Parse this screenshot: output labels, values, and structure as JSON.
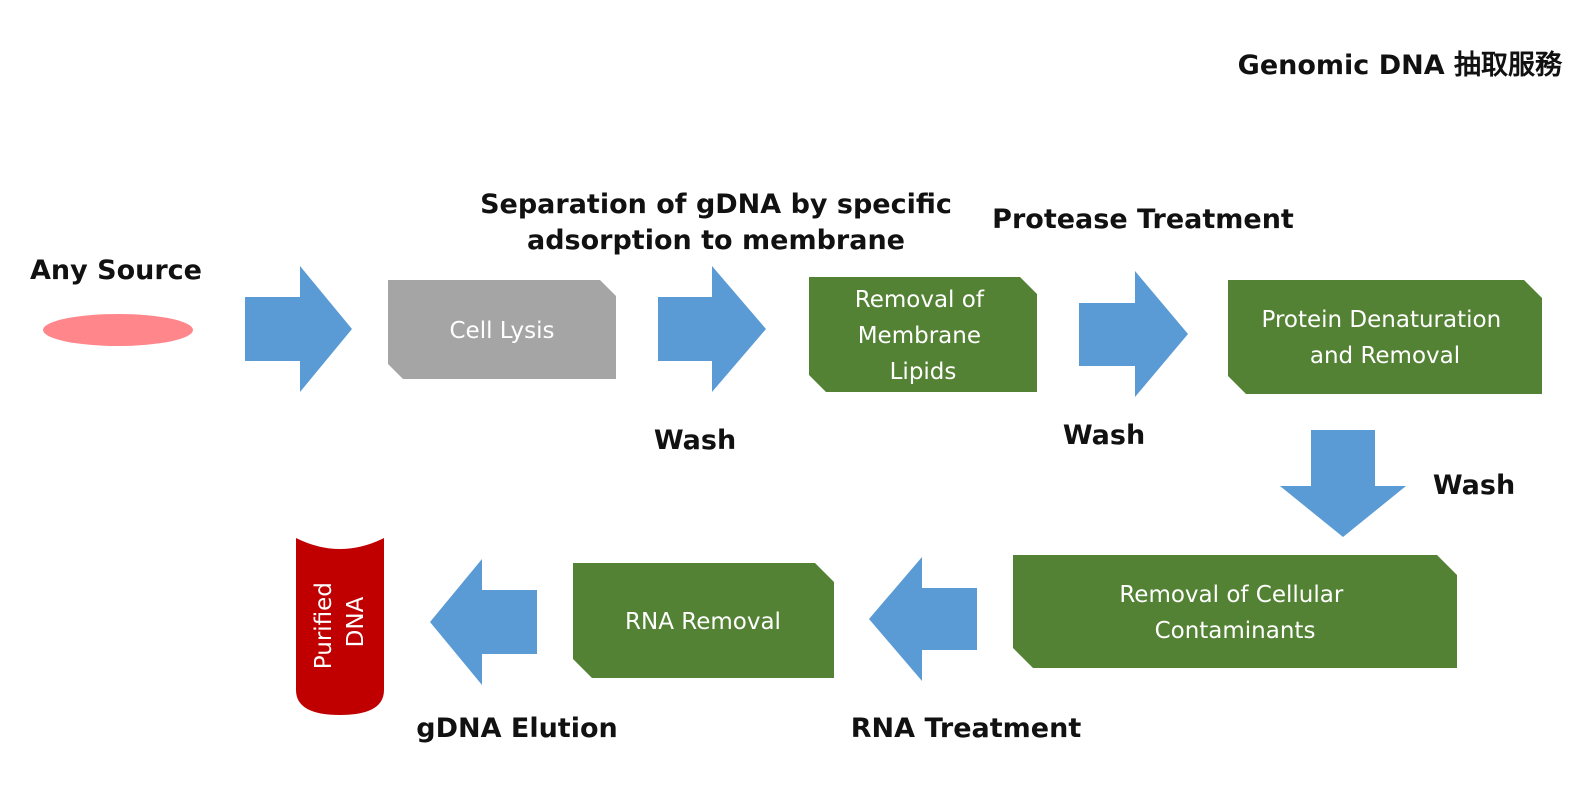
{
  "title": "Genomic DNA 抽取服務",
  "colors": {
    "arrow": "#5b9bd5",
    "step_gray": "#a5a5a5",
    "step_green": "#548235",
    "source_pink": "#ff878c",
    "tube_red": "#c00000"
  },
  "labels": {
    "source": "Any Source",
    "separation_line1": "Separation of gDNA by specific",
    "separation_line2": "adsorption to membrane",
    "protease": "Protease Treatment",
    "wash1": "Wash",
    "wash2": "Wash",
    "wash3": "Wash",
    "rna_treatment": "RNA Treatment",
    "gdna_elution": "gDNA Elution"
  },
  "steps": {
    "cell_lysis": "Cell Lysis",
    "membrane_lipids": [
      "Removal of",
      "Membrane",
      "Lipids"
    ],
    "protein": [
      "Protein Denaturation",
      "and Removal"
    ],
    "contaminants": [
      "Removal of Cellular",
      "Contaminants"
    ],
    "rna_removal": "RNA Removal"
  },
  "output": {
    "line1": "Purified",
    "line2": "DNA"
  }
}
